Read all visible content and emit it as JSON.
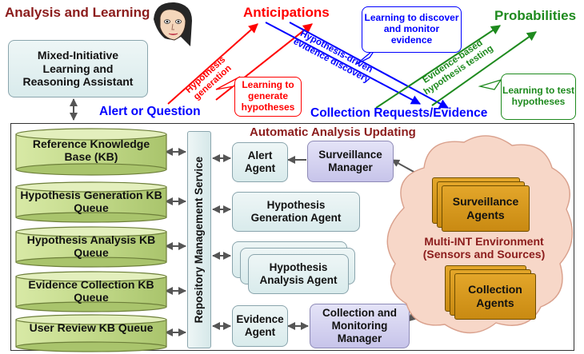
{
  "title": "Analysis and Learning",
  "assistant": "Mixed-Initiative Learning and Reasoning Assistant",
  "top": {
    "anticipations": "Anticipations",
    "probabilities": "Probabilities",
    "alert_or_question": "Alert  or Question",
    "collection_requests": "Collection Requests/Evidence",
    "hypothesis_generation": "Hypothesis generation",
    "hypothesis_driven": "Hypothesis-driven evidence discovery",
    "evidence_based": "Evidence-based hypothesis testing"
  },
  "callouts": {
    "learn_generate": "Learning to generate hypotheses",
    "learn_discover": "Learning to discover and monitor evidence",
    "learn_test": "Learning to test hypotheses"
  },
  "frame_title": "Automatic Analysis Updating",
  "service": "Repository  Management  Service",
  "kbs": [
    "Reference Knowledge Base (KB)",
    "Hypothesis Generation KB Queue",
    "Hypothesis Analysis KB Queue",
    "Evidence Collection KB Queue",
    "User Review KB Queue"
  ],
  "agents": {
    "alert": "Alert Agent",
    "hyp_gen": "Hypothesis Generation Agent",
    "hyp_analysis": "Hypothesis Analysis Agent",
    "evidence": "Evidence Agent"
  },
  "managers": {
    "surveillance": "Surveillance Manager",
    "collection": "Collection and Monitoring Manager"
  },
  "environment": {
    "label": "Multi-INT Environment (Sensors and Sources)",
    "surveillance_agents": "Surveillance Agents",
    "collection_agents": "Collection Agents"
  },
  "colors": {
    "dark_red": "#8b1c1c",
    "red": "#ff0000",
    "blue": "#0000ff",
    "green": "#1e8a1e",
    "kb_green": "#c5dc8a",
    "agent_fill": "#e3f1f1",
    "manager_fill": "#d6d4f0",
    "orange": "#d99515",
    "cloud": "#f7d7c8"
  }
}
